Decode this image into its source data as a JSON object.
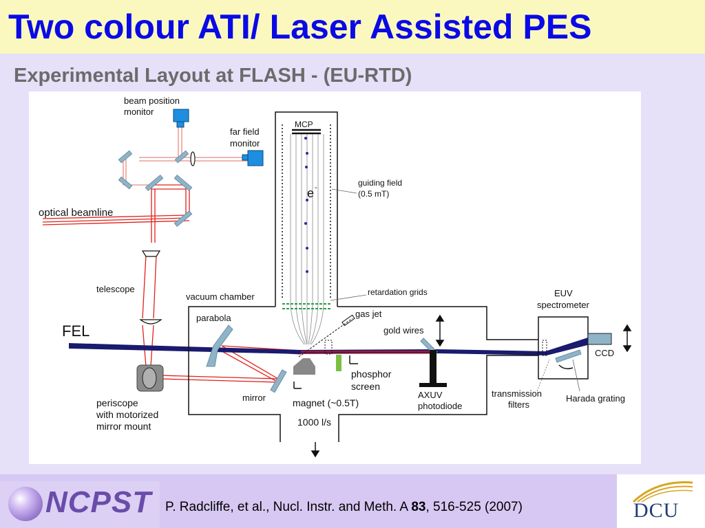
{
  "slide": {
    "title": "Two colour ATI/ Laser Assisted PES",
    "subtitle": "Experimental Layout at FLASH - (EU-RTD)"
  },
  "diagram": {
    "labels": {
      "beam_position_monitor_1": "beam position",
      "beam_position_monitor_2": "monitor",
      "far_field_monitor_1": "far field",
      "far_field_monitor_2": "monitor",
      "optical_beamline": "optical beamline",
      "telescope": "telescope",
      "fel": "FEL",
      "periscope_1": "periscope",
      "periscope_2": "with motorized",
      "periscope_3": "mirror mount",
      "mcp": "MCP",
      "electron": "e",
      "electron_sup": "-",
      "guiding_field_1": "guiding field",
      "guiding_field_2": "(0.5 mT)",
      "retardation_grids": "retardation grids",
      "vacuum_chamber": "vacuum chamber",
      "parabola": "parabola",
      "gas_jet": "gas jet",
      "gold_wires": "gold wires",
      "phosphor_1": "phosphor",
      "phosphor_2": "screen",
      "mirror": "mirror",
      "magnet": "magnet (~0.5T)",
      "axuv_1": "AXUV",
      "axuv_2": "photodiode",
      "pump": "1000 l/s",
      "euv_1": "EUV",
      "euv_2": "spectrometer",
      "ccd": "CCD",
      "transmission_1": "transmission",
      "transmission_2": "filters",
      "harada": "Harada grating"
    }
  },
  "footer": {
    "logo_text": "NCPST",
    "reference_pre": "P. Radcliffe, et al., Nucl. Instr. and Meth. A ",
    "reference_volume": "83",
    "reference_post": ", 516-525 (2007)",
    "dcu_logo": "DCU"
  },
  "colors": {
    "title": "#0a0ae6",
    "subtitle": "#6b6b6b",
    "title_bar": "#fbf8bf",
    "background": "#e6e0f8",
    "laser": "#e0201a",
    "fel_beam": "#1a1a6e",
    "mirror": "#8fb4c8",
    "monitor": "#1e8fe0"
  },
  "icons": [
    "ncpst-logo-icon",
    "dcu-logo-icon"
  ]
}
